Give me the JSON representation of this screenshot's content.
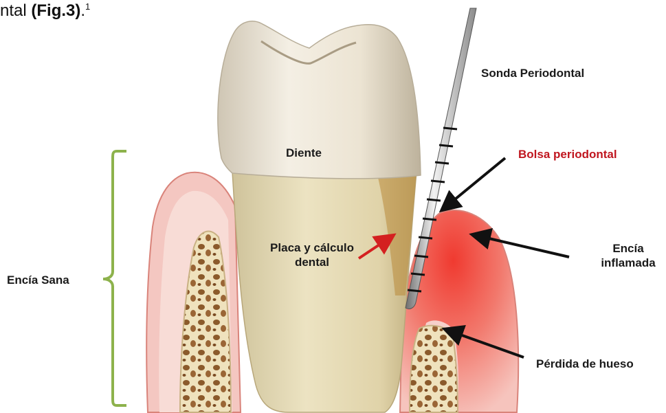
{
  "caption": {
    "text_prefix": "ntal ",
    "fig_ref": "(Fig.3)",
    "suffix": ".",
    "superscript": "1"
  },
  "labels": {
    "probe": "Sonda Periodontal",
    "tooth": "Diente",
    "pocket": "Bolsa periodontal",
    "plaque_line1": "Placa y cálculo",
    "plaque_line2": "dental",
    "healthy_gum": "Encía Sana",
    "inflamed_line1": "Encía",
    "inflamed_line2": "inflamada",
    "bone_loss": "Pérdida de hueso"
  },
  "colors": {
    "pocket_label": "#c0161f",
    "bracket": "#8db24c",
    "arrow_black": "#111111",
    "arrow_red": "#d42020",
    "gum_healthy": "#f2b6b0",
    "gum_inflamed": "#ef6a5e",
    "tooth_crown": "#efe6d6",
    "tooth_root": "#e4d8b1",
    "bone": "#efe0b8"
  }
}
